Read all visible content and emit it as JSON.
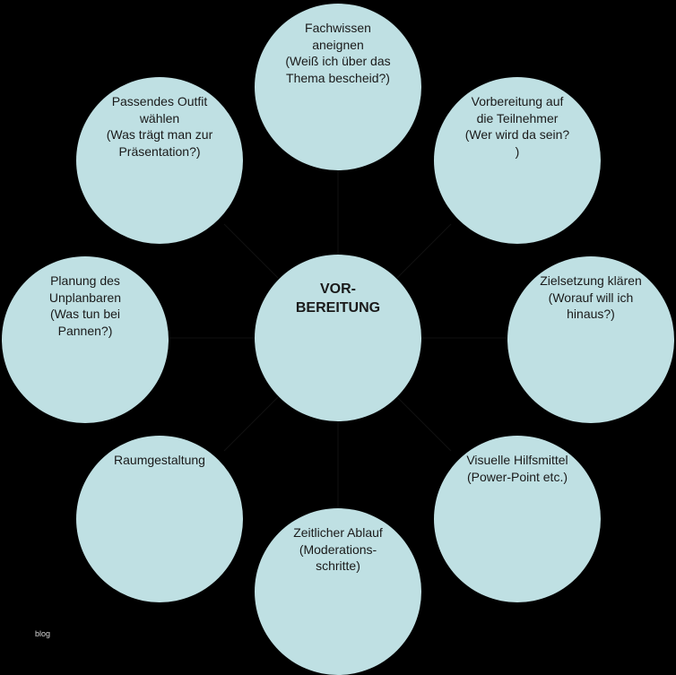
{
  "center": {
    "label": "VOR-\nBEREITUNG"
  },
  "nodes": [
    {
      "id": "fachwissen",
      "label": "Fachwissen\naneignen\n(Weiß ich über das\nThema bescheid?)"
    },
    {
      "id": "teilnehmer",
      "label": "Vorbereitung auf\ndie Teilnehmer\n(Wer wird da sein?\n)"
    },
    {
      "id": "zielsetzung",
      "label": "Zielsetzung klären\n(Worauf will ich\nhinaus?)"
    },
    {
      "id": "hilfsmittel",
      "label": "Visuelle Hilfsmittel\n(Power-Point etc.)"
    },
    {
      "id": "ablauf",
      "label": "Zeitlicher Ablauf\n(Moderations-\nschritte)"
    },
    {
      "id": "raum",
      "label": "Raumgestaltung"
    },
    {
      "id": "pannen",
      "label": "Planung des\nUnplanbaren\n(Was tun bei\nPannen?)"
    },
    {
      "id": "outfit",
      "label": "Passendes Outfit\nwählen\n(Was trägt man zur\nPräsentation?)"
    }
  ],
  "watermark": "blog",
  "colors": {
    "background": "#000000",
    "circle_fill": "#bfe0e3",
    "text": "#1a1a1a"
  }
}
